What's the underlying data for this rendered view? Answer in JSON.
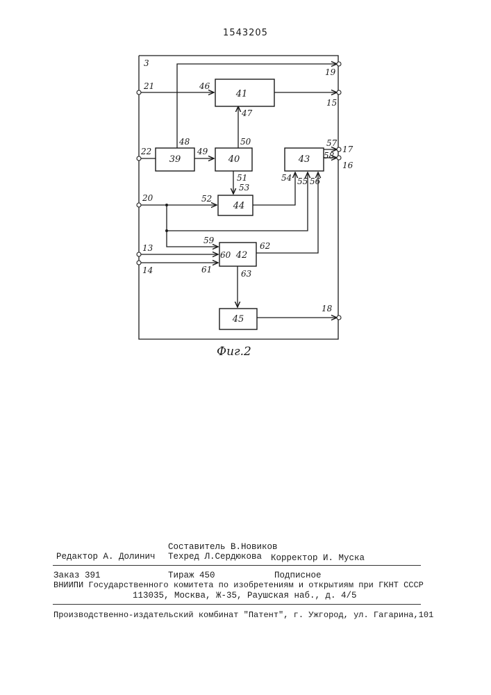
{
  "patent_number": "1543205",
  "diagram": {
    "blocks": {
      "b41": "41",
      "b39": "39",
      "b40": "40",
      "b43": "43",
      "b44": "44",
      "b42": "42",
      "b45": "45"
    },
    "labels": {
      "n3": "3",
      "n21": "21",
      "n46": "46",
      "n19": "19",
      "n15": "15",
      "n47": "47",
      "n22": "22",
      "n48": "48",
      "n49": "49",
      "n50": "50",
      "n57": "57",
      "n17": "17",
      "n58": "58",
      "n16": "16",
      "n51": "51",
      "n53": "53",
      "n54": "54",
      "n55": "55",
      "n56": "56",
      "n20": "20",
      "n52": "52",
      "n59": "59",
      "n13": "13",
      "n60": "60",
      "n62": "62",
      "n14": "14",
      "n61": "61",
      "n63": "63",
      "n18": "18"
    },
    "caption": "Фиг.2"
  },
  "imprint": {
    "composer": "Составитель В.Новиков",
    "editor": "Редактор А. Долинич",
    "techred": "Техред Л.Сердюкова",
    "corrector": "Корректор И. Муска",
    "order": "Заказ 391",
    "circulation": "Тираж 450",
    "subscription": "Подписное",
    "vniipi": "ВНИИПИ Государственного комитета по изобретениям и открытиям при ГКНТ СССР",
    "address": "113035, Москва, Ж-35, Раушская наб., д. 4/5",
    "plant": "Производственно-издательский комбинат \"Патент\", г. Ужгород, ул. Гагарина,101"
  }
}
